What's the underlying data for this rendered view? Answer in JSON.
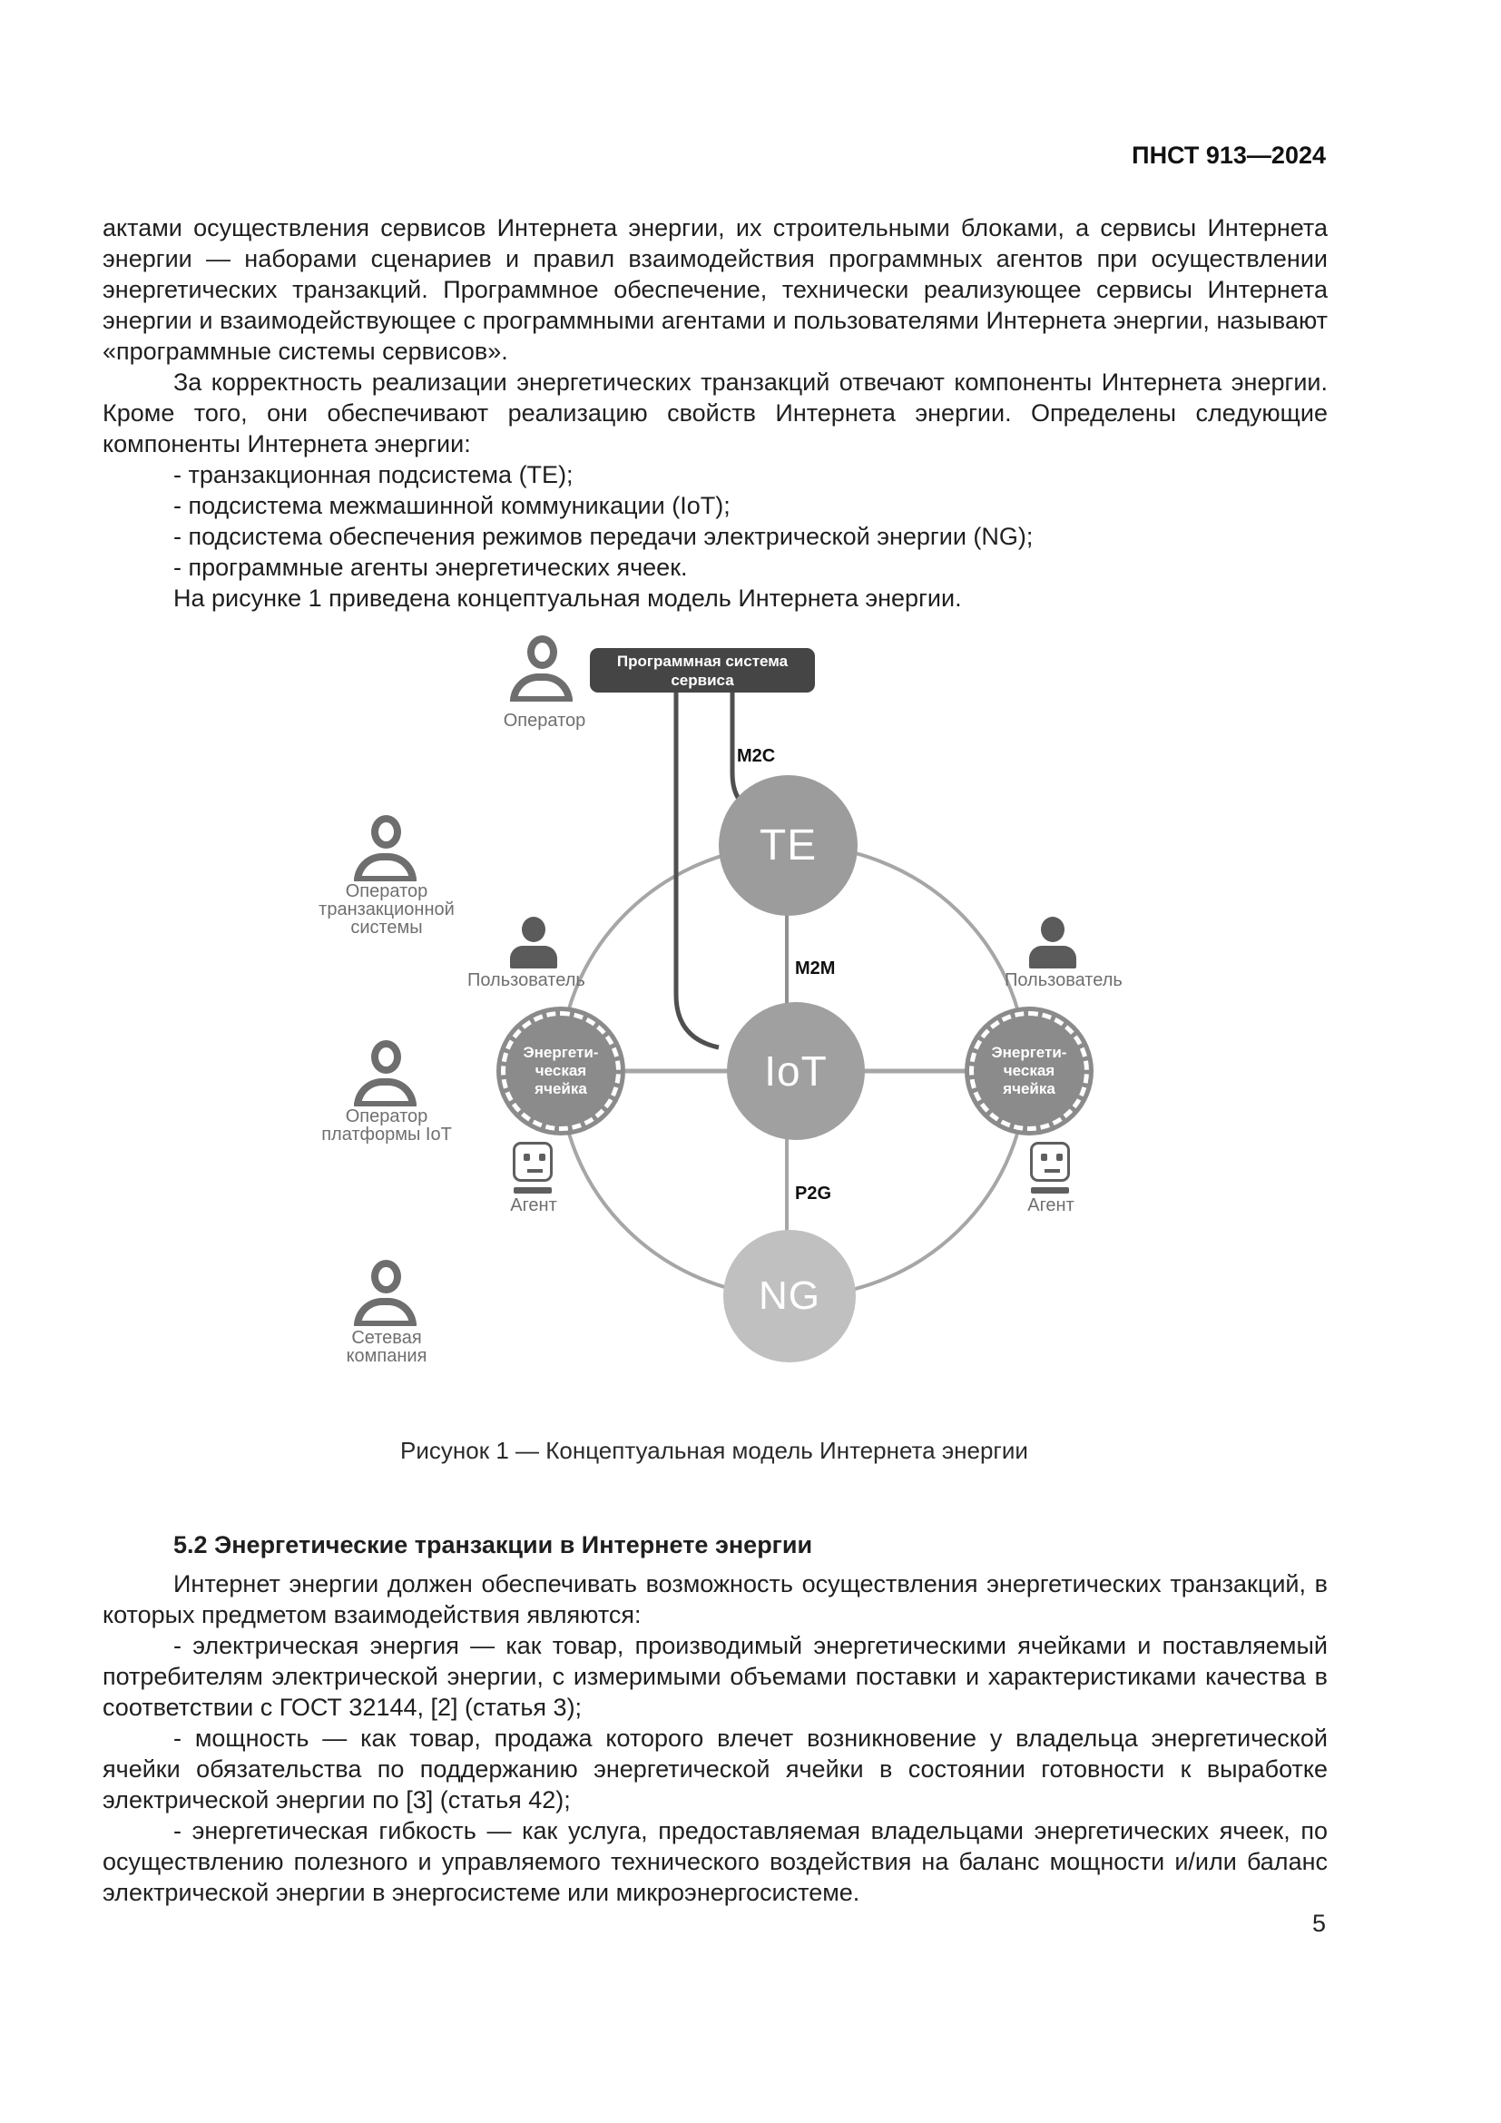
{
  "page": {
    "header": "ПНСТ 913—2024",
    "page_number": "5"
  },
  "body": {
    "para1": "актами осуществления сервисов Интернета энергии, их строительными блоками, а сервисы Интернета энергии — наборами сценариев и правил взаимодействия программных агентов при осуществлении энергетических транзакций. Программное обеспечение, технически реализующее сервисы Интернета энергии и взаимодействующее с программными агентами и пользователями Интернета энергии, называют «программные системы сервисов».",
    "para2": "За корректность реализации энергетических транзакций отвечают компоненты Интернета энергии. Кроме того, они обеспечивают реализацию свойств Интернета энергии. Определены следующие компоненты Интернета энергии:",
    "list1": [
      "- транзакционная подсистема (TE);",
      "- подсистема межмашинной коммуникации (IoT);",
      "- подсистема обеспечения режимов передачи электрической энергии (NG);",
      "- программные агенты энергетических ячеек."
    ],
    "para3": "На рисунке 1 приведена концептуальная модель Интернета энергии."
  },
  "figure": {
    "caption": "Рисунок 1 — Концептуальная модель Интернета энергии",
    "service_box": {
      "line1": "Программная система",
      "line2": "сервиса"
    },
    "nodes": {
      "te": "TE",
      "iot": "IoT",
      "ng": "NG"
    },
    "cell_label": {
      "l1": "Энергети-",
      "l2": "ческая",
      "l3": "ячейка"
    },
    "links": {
      "m2c": "M2C",
      "m2m": "M2M",
      "p2g": "P2G"
    },
    "actors": {
      "operator": "Оператор",
      "operator_ts_1": "Оператор",
      "operator_ts_2": "транзакционной",
      "operator_ts_3": "системы",
      "user": "Пользователь",
      "operator_iot_1": "Оператор",
      "operator_iot_2": "платформы IoT",
      "agent": "Агент",
      "network_1": "Сетевая",
      "network_2": "компания"
    },
    "colors": {
      "service_box_bg": "#454545",
      "node_te": "#9c9c9c",
      "node_iot": "#a0a0a0",
      "node_ng": "#c0c0c0",
      "cell_bg": "#8b8b8b",
      "line_gray": "#a6a6a6",
      "line_dark": "#4f4f4f"
    }
  },
  "section": {
    "heading": "5.2 Энергетические транзакции в Интернете энергии",
    "para1": "Интернет энергии должен обеспечивать возможность осуществления энергетических транзакций, в которых предметом взаимодействия являются:",
    "items": [
      "- электрическая энергия — как товар, производимый энергетическими ячейками и поставляемый потребителям электрической энергии, с измеримыми объемами поставки и характеристиками качества в соответствии с ГОСТ 32144, [2] (статья 3);",
      "- мощность — как товар, продажа которого влечет возникновение у владельца энергетической ячейки обязательства по поддержанию энергетической ячейки в состоянии готовности к выработке электрической энергии по [3] (статья 42);",
      "- энергетическая гибкость — как услуга, предоставляемая владельцами энергетических ячеек, по осуществлению полезного и управляемого технического воздействия на баланс мощности и/или баланс электрической энергии в энергосистеме или микроэнергосистеме."
    ]
  }
}
